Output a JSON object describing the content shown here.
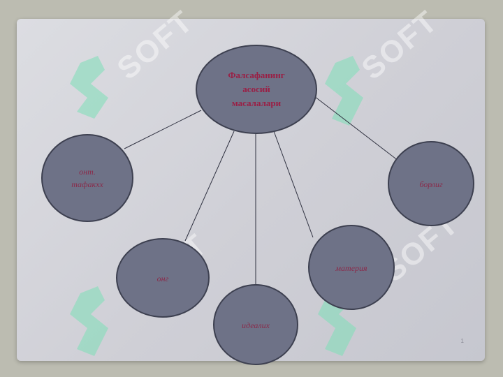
{
  "diagram": {
    "center": {
      "label": "Фалсафанинг\nасосий\nмасалалари"
    },
    "nodes": [
      {
        "id": "onto",
        "label": "онт.\nтафакхх"
      },
      {
        "id": "ong",
        "label": "онг"
      },
      {
        "id": "ideal",
        "label": "идеалих"
      },
      {
        "id": "materia",
        "label": "материя"
      },
      {
        "id": "borliq",
        "label": "борлиг"
      }
    ]
  },
  "watermark": {
    "text": "SOFT"
  },
  "colors": {
    "node_fill": "#6e7287",
    "node_stroke": "#3d4050",
    "label": "#8a2a4a",
    "watermark": "#7ee0b8"
  }
}
